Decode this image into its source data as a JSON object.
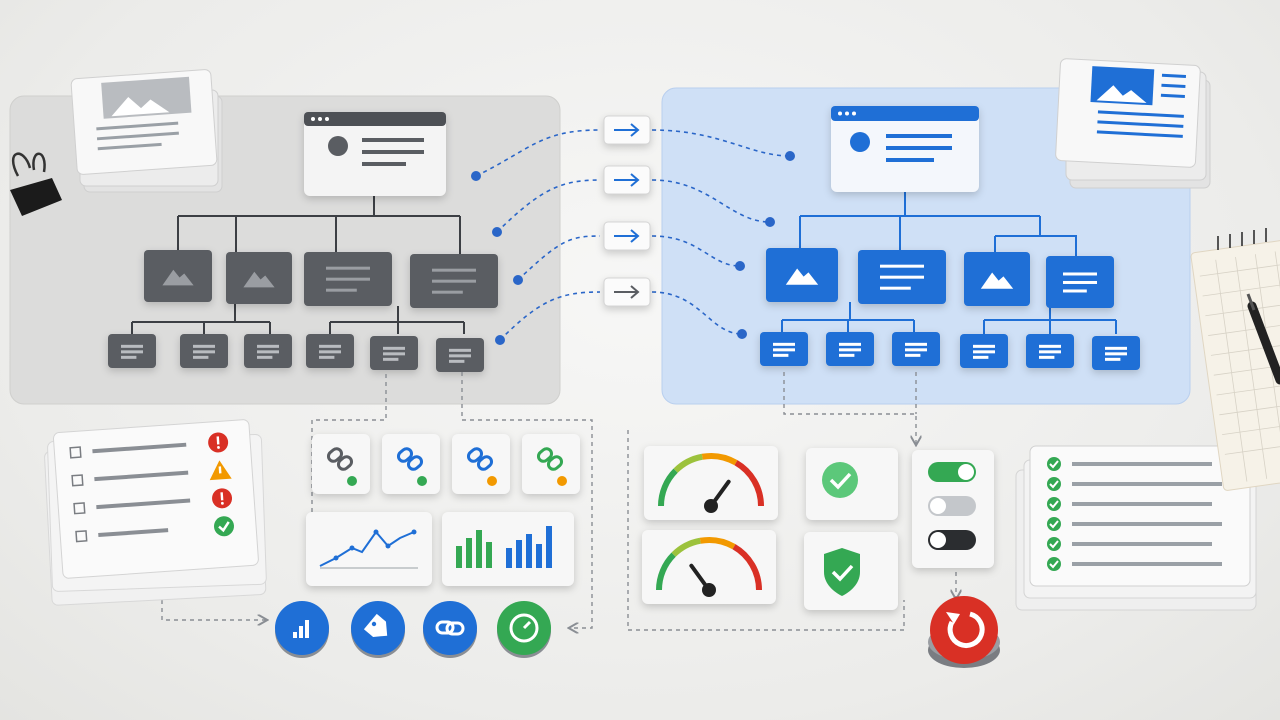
{
  "colors": {
    "background": "#ededeb",
    "legacy_panel": "#dcdcdb",
    "legacy_node": "#5a5d62",
    "new_panel": "#cfe0f6",
    "new_node": "#1f6fd6",
    "connector": "#2a66c8",
    "success_green": "#34a853",
    "warning_orange": "#f29900",
    "error_red": "#d93025",
    "neutral_gray": "#9aa0a6"
  },
  "legacy_site": {
    "root": {
      "icon": "browser-window-icon"
    },
    "level1": [
      {
        "icon": "image-icon"
      },
      {
        "icon": "image-icon"
      },
      {
        "icon": "text-lines-icon"
      },
      {
        "icon": "text-lines-icon"
      }
    ],
    "level2_count": 6
  },
  "new_site": {
    "root": {
      "icon": "browser-window-icon"
    },
    "level1": [
      {
        "icon": "image-icon"
      },
      {
        "icon": "text-lines-icon"
      },
      {
        "icon": "image-icon"
      },
      {
        "icon": "text-lines-icon"
      }
    ],
    "level2_count": 6
  },
  "redirect_arrows": [
    {
      "icon": "right-arrow-icon"
    },
    {
      "icon": "right-arrow-icon"
    },
    {
      "icon": "right-arrow-icon"
    },
    {
      "icon": "right-arrow-icon"
    }
  ],
  "audit_checklist": {
    "items": [
      {
        "status_icon": "error-icon",
        "status": "error"
      },
      {
        "status_icon": "warning-icon",
        "status": "warning"
      },
      {
        "status_icon": "error-icon",
        "status": "error"
      },
      {
        "status_icon": "check-icon",
        "status": "ok"
      }
    ]
  },
  "link_cards": [
    {
      "icon": "link-icon",
      "status": "ok"
    },
    {
      "icon": "link-icon",
      "status": "ok"
    },
    {
      "icon": "link-icon",
      "status": "warning"
    },
    {
      "icon": "link-icon",
      "status": "warning"
    }
  ],
  "analytics_cards": [
    {
      "icon": "line-chart-icon"
    },
    {
      "icon": "bar-chart-icon"
    }
  ],
  "round_buttons": [
    {
      "icon": "bar-chart-icon",
      "color": "#1f6fd6"
    },
    {
      "icon": "tag-icon",
      "color": "#1f6fd6"
    },
    {
      "icon": "link-icon",
      "color": "#1f6fd6"
    },
    {
      "icon": "speed-icon",
      "color": "#34a853"
    }
  ],
  "gauges": [
    {
      "icon": "gauge-icon",
      "level": 0.7
    },
    {
      "icon": "gauge-icon",
      "level": 0.3
    }
  ],
  "status_cards": [
    {
      "icon": "check-circle-icon"
    },
    {
      "icon": "shield-check-icon"
    }
  ],
  "toggles": [
    {
      "state": "on"
    },
    {
      "state": "off"
    },
    {
      "state": "dark"
    }
  ],
  "rollback_button": {
    "icon": "refresh-icon",
    "color": "#d93025"
  },
  "done_checklist": {
    "items_count": 6,
    "item_icon": "check-icon"
  },
  "desk_items": [
    {
      "icon": "binder-clip-icon"
    },
    {
      "icon": "notepad-icon"
    },
    {
      "icon": "pen-icon"
    }
  ]
}
